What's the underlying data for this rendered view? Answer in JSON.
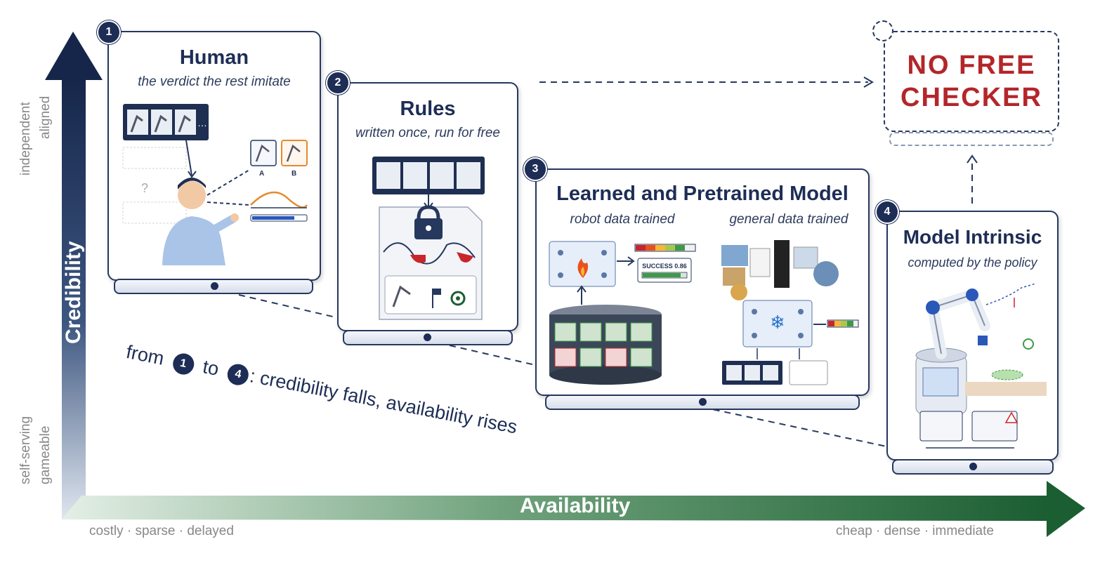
{
  "axes": {
    "y_label": "Credibility",
    "x_label": "Availability",
    "y_top_notes": [
      "independent",
      "aligned"
    ],
    "y_bottom_notes": [
      "self-serving",
      "gameable"
    ],
    "x_left_note": "costly · sparse · delayed",
    "x_right_note": "cheap · dense · immediate"
  },
  "cards": [
    {
      "num": "1",
      "title": "Human",
      "subtitle": "the verdict the rest imitate",
      "labels": [
        "A",
        "B",
        "?"
      ]
    },
    {
      "num": "2",
      "title": "Rules",
      "subtitle": "written once, run for free"
    },
    {
      "num": "3",
      "title": "Learned and Pretrained Model",
      "sub_left": "robot data trained",
      "sub_right": "general data trained",
      "success_label": "SUCCESS 0.86"
    },
    {
      "num": "4",
      "title": "Model Intrinsic",
      "subtitle": "computed by the policy"
    }
  ],
  "trend": {
    "from": "from",
    "num1": "1",
    "to": "to",
    "num4": "4",
    "rest": ": credibility falls, availability rises"
  },
  "no_free_checker": {
    "line1": "NO FREE",
    "line2": "CHECKER"
  },
  "colors": {
    "navy": "#1d2d55",
    "green": "#1e6b3a",
    "red": "#b3262a"
  }
}
